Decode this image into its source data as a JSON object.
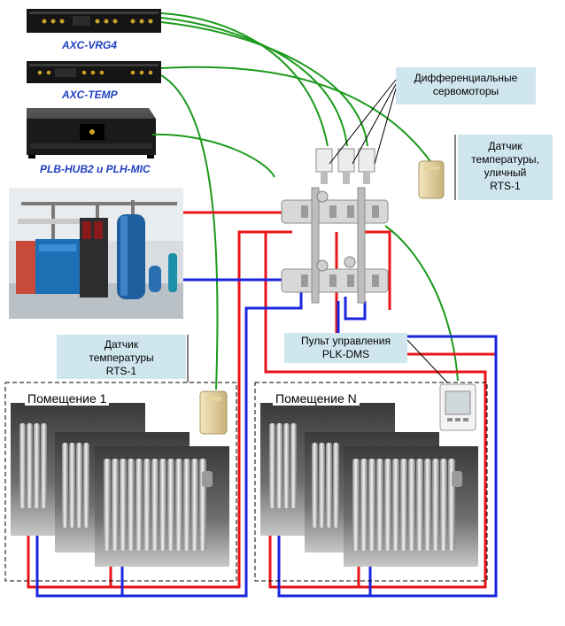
{
  "devices": {
    "vrg4": "AXC-VRG4",
    "temp": "AXC-TEMP",
    "hub": "PLB-HUB2 и PLH-MIC"
  },
  "callouts": {
    "servomotors": "Дифференциальные\nсервомоторы",
    "outdoor_sensor": "Датчик\nтемпературы,\nуличный\nRTS-1",
    "room_sensor": "Датчик\nтемпературы\nRTS-1",
    "control_panel": "Пульт управления\nPLK-DMS"
  },
  "rooms": {
    "room1": "Помещение 1",
    "roomN": "Помещение N"
  },
  "colors": {
    "hot_pipe": "#e8141a",
    "cold_pipe": "#1a25e0",
    "signal_wire": "#1c9a1c",
    "callout_bg": "#cfe6ee",
    "label_blue": "#1f3fbf"
  }
}
